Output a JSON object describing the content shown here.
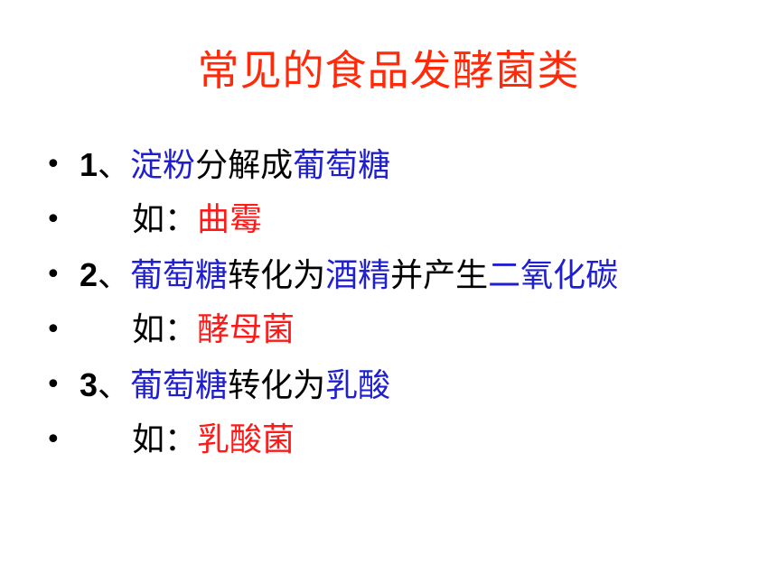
{
  "slide": {
    "title": "常见的食品发酵菌类",
    "title_color": "#ff2a0a",
    "bullet_glyph": "•",
    "colors": {
      "black": "#000000",
      "blue": "#1f1fd0",
      "red": "#ff1a1a"
    },
    "items": [
      {
        "num": "1",
        "sep": "、",
        "parts": [
          "淀粉",
          "分解成",
          "葡萄糖"
        ]
      },
      {
        "prefix": "如：",
        "example": "曲霉"
      },
      {
        "num": "2",
        "sep": "、",
        "parts": [
          "葡萄糖",
          "转化为",
          "酒精",
          "并产生",
          "二氧化碳"
        ]
      },
      {
        "prefix": "如：",
        "example": "酵母菌"
      },
      {
        "num": "3",
        "sep": "、",
        "parts": [
          "葡萄糖",
          "转化为",
          "乳酸"
        ]
      },
      {
        "prefix": "如：",
        "example": "乳酸菌"
      }
    ]
  }
}
